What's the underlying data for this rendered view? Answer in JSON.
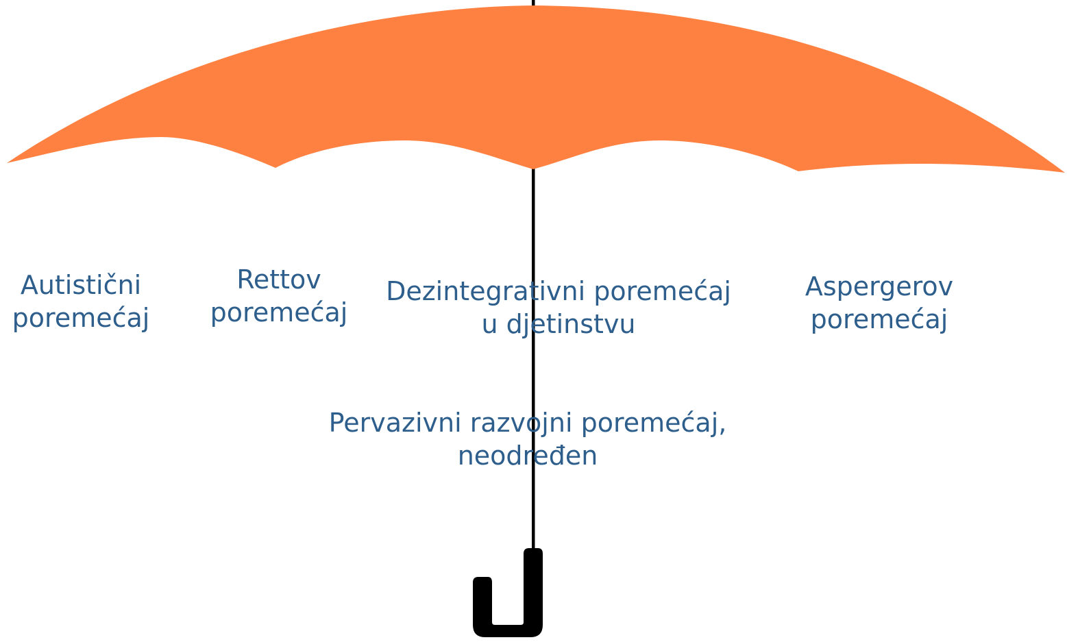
{
  "diagram": {
    "canopy_color": "#fe8142",
    "shaft_color": "#000000",
    "label_color": "#2e5f8c",
    "labels": {
      "autisticni": [
        "Autistični",
        "poremećaj"
      ],
      "rettov": [
        "Rettov",
        "poremećaj"
      ],
      "dezintegrativni": [
        "Dezintegrativni poremećaj",
        "u djetinstvu"
      ],
      "aspergerov": [
        "Aspergerov",
        "poremećaj"
      ],
      "pervazivni": [
        "Pervazivni razvojni poremećaj,",
        "neodređen"
      ]
    }
  }
}
